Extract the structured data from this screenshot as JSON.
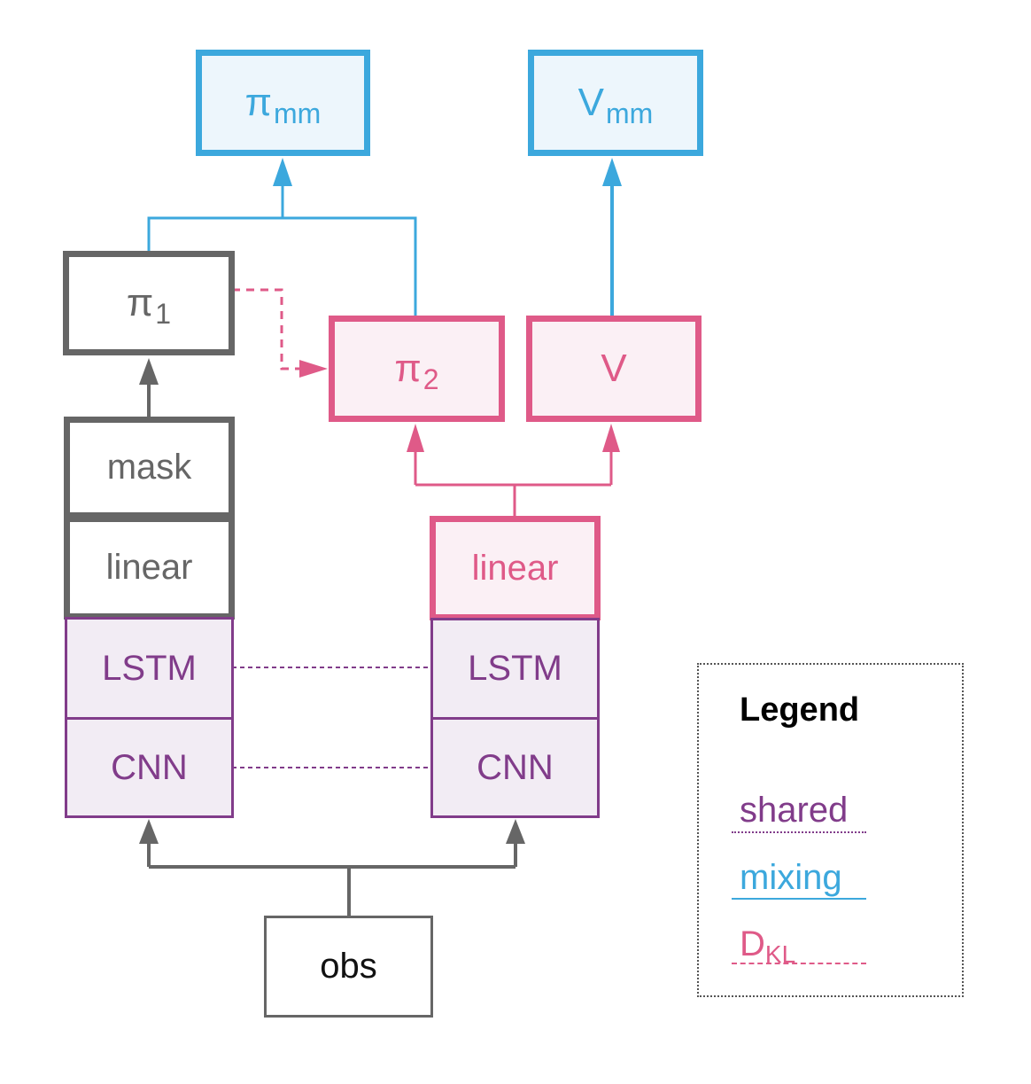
{
  "nodes": {
    "pi_mm": {
      "symbol": "π",
      "sub": "mm"
    },
    "v_mm": {
      "symbol": "V",
      "sub": "mm"
    },
    "pi_1": {
      "symbol": "π",
      "sub": "1"
    },
    "pi_2": {
      "symbol": "π",
      "sub": "2"
    },
    "v": {
      "label": "V"
    },
    "left_mask": {
      "label": "mask"
    },
    "left_linear": {
      "label": "linear"
    },
    "left_lstm": {
      "label": "LSTM"
    },
    "left_cnn": {
      "label": "CNN"
    },
    "right_linear": {
      "label": "linear"
    },
    "right_lstm": {
      "label": "LSTM"
    },
    "right_cnn": {
      "label": "CNN"
    },
    "obs": {
      "label": "obs"
    }
  },
  "legend": {
    "title": "Legend",
    "shared": "shared",
    "mixing": "mixing",
    "dkl_symbol": "D",
    "dkl_sub": "KL"
  },
  "colors": {
    "gray": "#666666",
    "pink": "#df5a88",
    "blue": "#3ca8dd",
    "purple": "#813c8a"
  }
}
